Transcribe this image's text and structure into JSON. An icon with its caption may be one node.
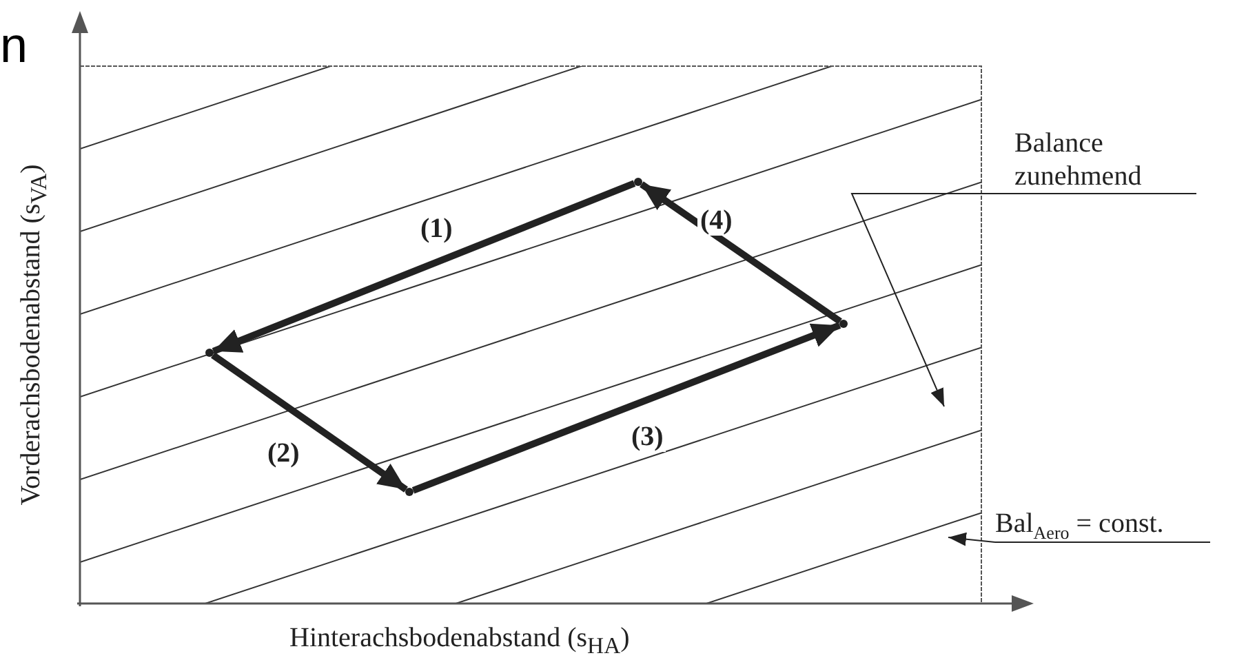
{
  "diagram": {
    "nodes": [
      {
        "text": [],
        "shape": "point"
      },
      {
        "text": [],
        "shape": "point"
      },
      {
        "text": [],
        "shape": "point"
      },
      {
        "text": [],
        "shape": "point"
      },
      {
        "text": [
          "Balance zunehmend"
        ]
      },
      {
        "text": [
          "Bal$_{Aero}$ = const."
        ]
      }
    ],
    "edges": [
      {
        "from": 0,
        "to": 1,
        "arrow": "to",
        "label": "(1)"
      },
      {
        "from": 1,
        "to": 2,
        "arrow": "to",
        "label": "(2)"
      },
      {
        "from": 2,
        "to": 3,
        "arrow": "to",
        "label": "(3)"
      },
      {
        "from": 3,
        "to": 0,
        "arrow": "to",
        "label": "(4)"
      },
      {
        "from": 4,
        "to": null,
        "arrow": "to"
      },
      {
        "from": 5,
        "to": null,
        "arrow": "to"
      }
    ],
    "labels": [
      "n",
      "Vorderachsbodenabstand (s$_{VA}$)",
      "Hinterachsbodenabstand (s$_{HA}$)"
    ]
  }
}
